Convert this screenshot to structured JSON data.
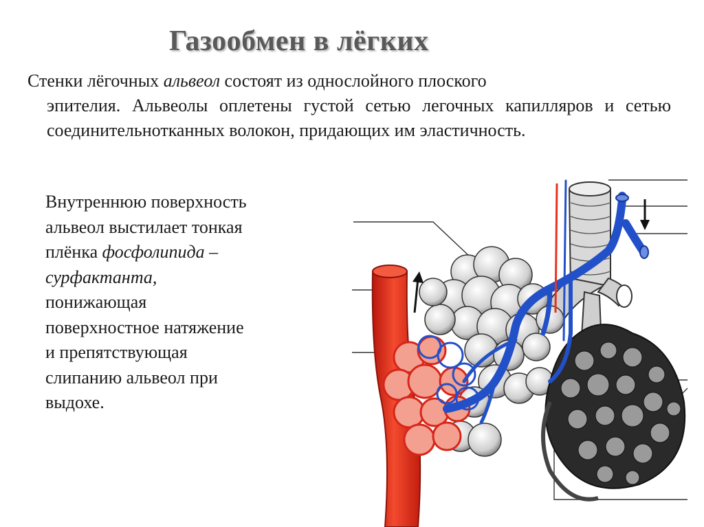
{
  "title": "Газообмен в лёгких",
  "intro": {
    "part1": "Стенки лёгочных ",
    "italic": "альвеол",
    "part2": " состоят из однослойного плоского",
    "rest": "эпителия. Альвеолы оплетены густой сетью легочных капилляров и сетью соединительнотканных волокон, придающих им эластичность."
  },
  "side": {
    "line1": "Внутреннюю поверхность",
    "line2": "альвеол выстилает тонкая",
    "line3_plain": "плёнка ",
    "line3_italic": "фосфолипида –",
    "line4_italic": "сурфактанта,",
    "line5": "понижающая",
    "line6": "поверхностное натяжение",
    "line7": "и препятствующая",
    "line8": "слипанию альвеол при",
    "line9": "выдохе."
  },
  "colors": {
    "title": "#595959",
    "artery": "#e8321e",
    "vein": "#2250c8",
    "alveoli_dark": "#2a2a2a",
    "alveoli_light": "#d6d6d6"
  }
}
